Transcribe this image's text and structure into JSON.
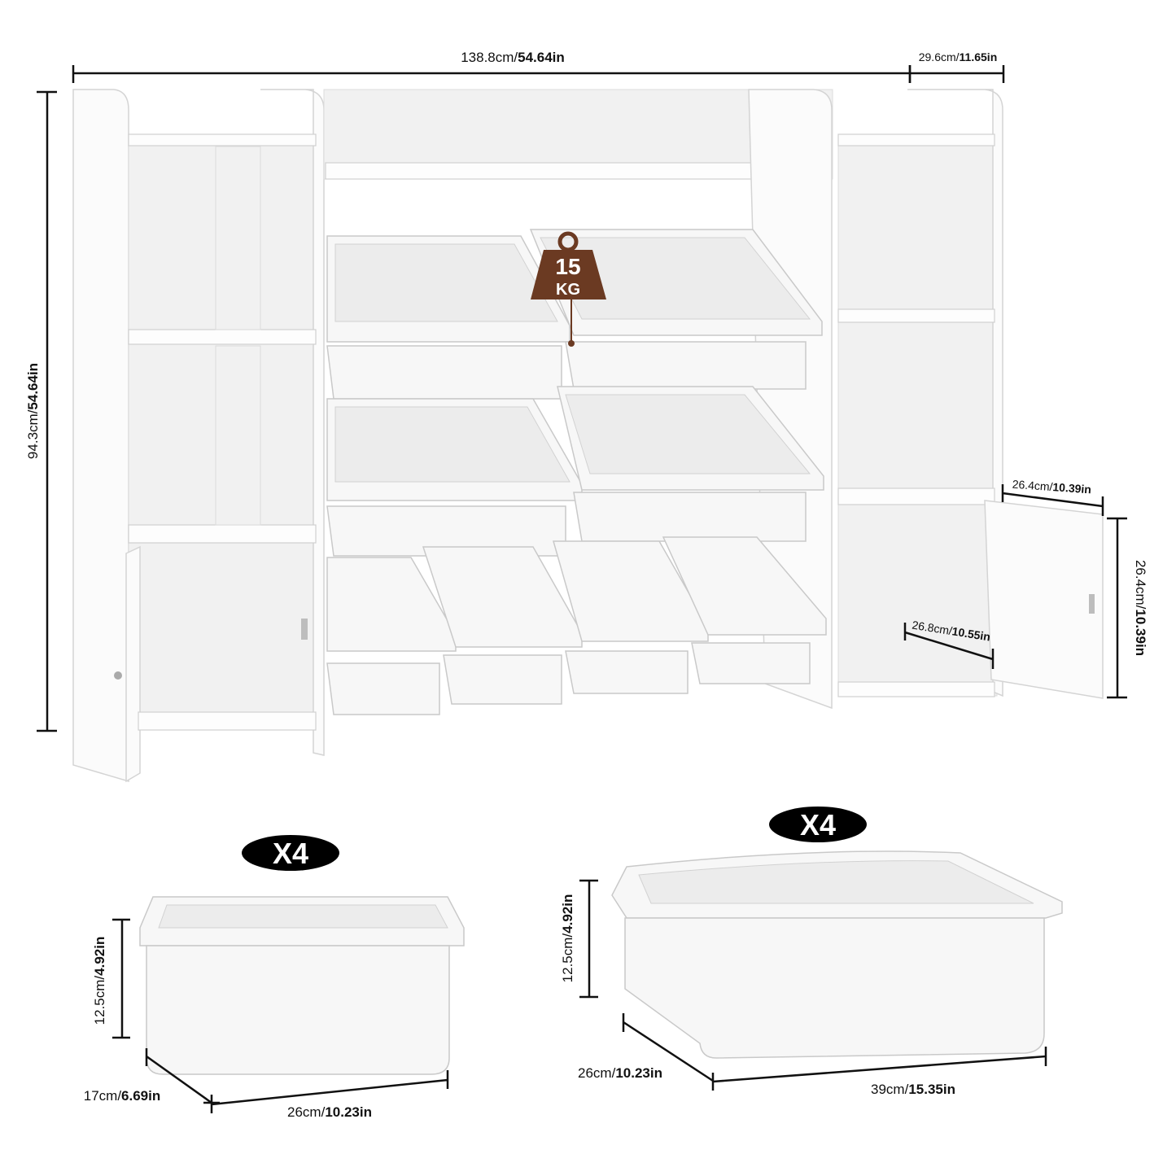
{
  "dimensions": {
    "total_width": {
      "cm": "138.8cm/",
      "in": "54.64in"
    },
    "depth": {
      "cm": "29.6cm/",
      "in": "11.65in"
    },
    "height": {
      "cm": "94.3cm/",
      "in": "54.64in"
    },
    "door_width": {
      "cm": "26.4cm/",
      "in": "10.39in"
    },
    "door_height": {
      "cm": "26.4cm/",
      "in": "10.39in"
    },
    "cabinet_inner_depth": {
      "cm": "26.8cm/",
      "in": "10.55in"
    }
  },
  "weight_badge": {
    "value": "15",
    "unit": "KG",
    "color": "#6b3a22"
  },
  "small_bin": {
    "quantity": "X4",
    "height": {
      "cm": "12.5cm/",
      "in": "4.92in"
    },
    "depth": {
      "cm": "17cm/",
      "in": "6.69in"
    },
    "width": {
      "cm": "26cm/",
      "in": "10.23in"
    }
  },
  "large_bin": {
    "quantity": "X4",
    "height": {
      "cm": "12.5cm/",
      "in": "4.92in"
    },
    "depth": {
      "cm": "26cm/",
      "in": "10.23in"
    },
    "width": {
      "cm": "39cm/",
      "in": "15.35in"
    }
  }
}
